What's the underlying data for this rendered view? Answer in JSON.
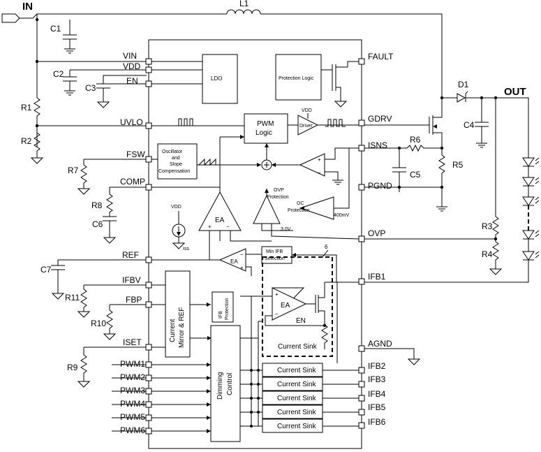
{
  "pins_left": [
    "VIN",
    "VDD",
    "EN",
    "UVLO",
    "FSW",
    "COMP",
    "REF",
    "IFBV",
    "FBP",
    "ISET",
    "PWM1",
    "PWM2",
    "PWM3",
    "PWM4",
    "PWM5",
    "PWM6"
  ],
  "pins_right": [
    "FAULT",
    "GDRV",
    "ISNS",
    "PGND",
    "OVP",
    "IFB1",
    "AGND",
    "IFB2",
    "IFB3",
    "IFB4",
    "IFB5",
    "IFB6"
  ],
  "nets": {
    "input": "IN",
    "output": "OUT"
  },
  "components": {
    "inductor": "L1",
    "diode": "D1",
    "capacitors": [
      "C1",
      "C2",
      "C3",
      "C4",
      "C5",
      "C6",
      "C7"
    ],
    "resistors": [
      "R1",
      "R2",
      "R3",
      "R4",
      "R5",
      "R6",
      "R7",
      "R8",
      "R9",
      "R10",
      "R11"
    ]
  },
  "blocks": {
    "ldo": "LDO",
    "protection": "Protection Logic",
    "pwm_logic": [
      "PWM",
      "Logic"
    ],
    "driver": "Driver",
    "vdd_driver": "VDD",
    "oscillator": [
      "Oscillator",
      "and",
      "Slope",
      "Compensation"
    ],
    "ea_main": "EA",
    "ea_ref": "EA",
    "ea_sink": "EA",
    "ovp": [
      "OVP",
      "Protection"
    ],
    "oc": [
      "OC",
      "Protection"
    ],
    "ovp_ref": "3.0V",
    "oc_ref": "400mV",
    "vdd_iss": "VDD",
    "iss": "Iss",
    "min_ifb": [
      "Min IFB",
      "Selection"
    ],
    "bus_width": "6",
    "mirror": [
      "Current",
      "Mirror & REF"
    ],
    "ifb_protection": [
      "IFB",
      "Protection"
    ],
    "dimming": [
      "Dimming",
      "Control"
    ],
    "en_label": "EN",
    "current_sink": "Current Sink",
    "sinks": [
      "Current Sink",
      "Current Sink",
      "Current Sink",
      "Current Sink",
      "Current Sink"
    ]
  }
}
